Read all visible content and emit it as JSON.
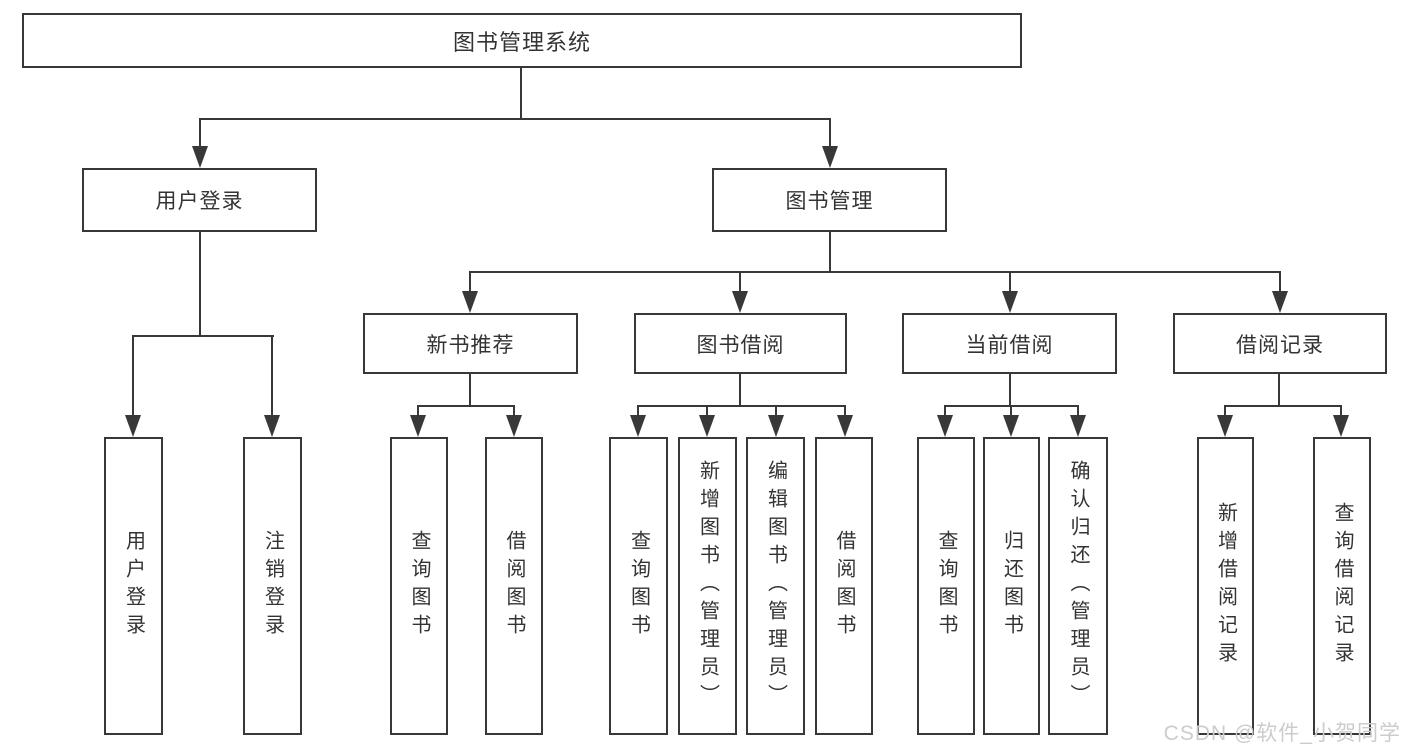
{
  "tree": {
    "root": {
      "label": "图书管理系统"
    },
    "user_login": {
      "label": "用户登录",
      "children": [
        {
          "label": "用户登录"
        },
        {
          "label": "注销登录"
        }
      ]
    },
    "book_mgmt": {
      "label": "图书管理",
      "children": {
        "new_book_rec": {
          "label": "新书推荐",
          "children": [
            {
              "label": "查询图书"
            },
            {
              "label": "借阅图书"
            }
          ]
        },
        "book_borrow": {
          "label": "图书借阅",
          "children": [
            {
              "label": "查询图书"
            },
            {
              "label": "新增图书（管理员）"
            },
            {
              "label": "编辑图书（管理员）"
            },
            {
              "label": "借阅图书"
            }
          ]
        },
        "current_borrow": {
          "label": "当前借阅",
          "children": [
            {
              "label": "查询图书"
            },
            {
              "label": "归还图书"
            },
            {
              "label": "确认归还（管理员）"
            }
          ]
        },
        "borrow_records": {
          "label": "借阅记录",
          "children": [
            {
              "label": "新增借阅记录"
            },
            {
              "label": "查询借阅记录"
            }
          ]
        }
      }
    }
  },
  "watermark": "CSDN @软件_小贺同学",
  "colors": {
    "line": "#383838",
    "text": "#333333",
    "background": "#ffffff",
    "watermark": "#cccccc"
  }
}
